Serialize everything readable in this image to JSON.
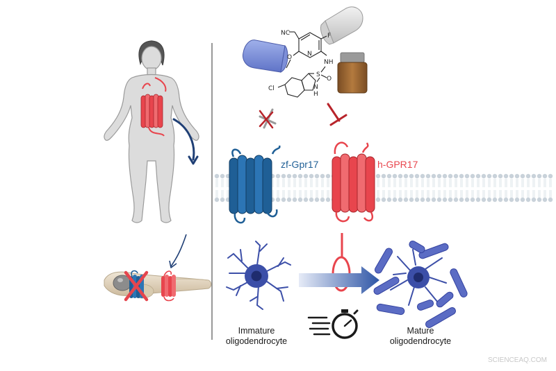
{
  "colors": {
    "human_receptor": "#e8454d",
    "zebrafish_receptor": "#1f5f96",
    "cell": "#3c4fa8",
    "membrane": "#c9d2da",
    "inhibit_arrow": "#b8242b",
    "blocked_arrow": "#9a9a9a",
    "divider": "#555555"
  },
  "receptors": {
    "zebrafish": "zf-Gpr17",
    "human": "h-GPR17"
  },
  "compound": {
    "atoms": {
      "nitrile": "NC",
      "fluorine": "F",
      "methoxy_o": "O",
      "ring_n": "N",
      "nh": "NH",
      "sulfur": "S",
      "oxygen": "O",
      "chlorine": "Cl",
      "indole_n": "N",
      "indole_h": "H"
    }
  },
  "cells": {
    "immature_l1": "Immature",
    "immature_l2": "oligodendrocyte",
    "mature_l1": "Mature",
    "mature_l2": "oligodendrocyte"
  },
  "watermark": "SCIENCEAQ.COM"
}
